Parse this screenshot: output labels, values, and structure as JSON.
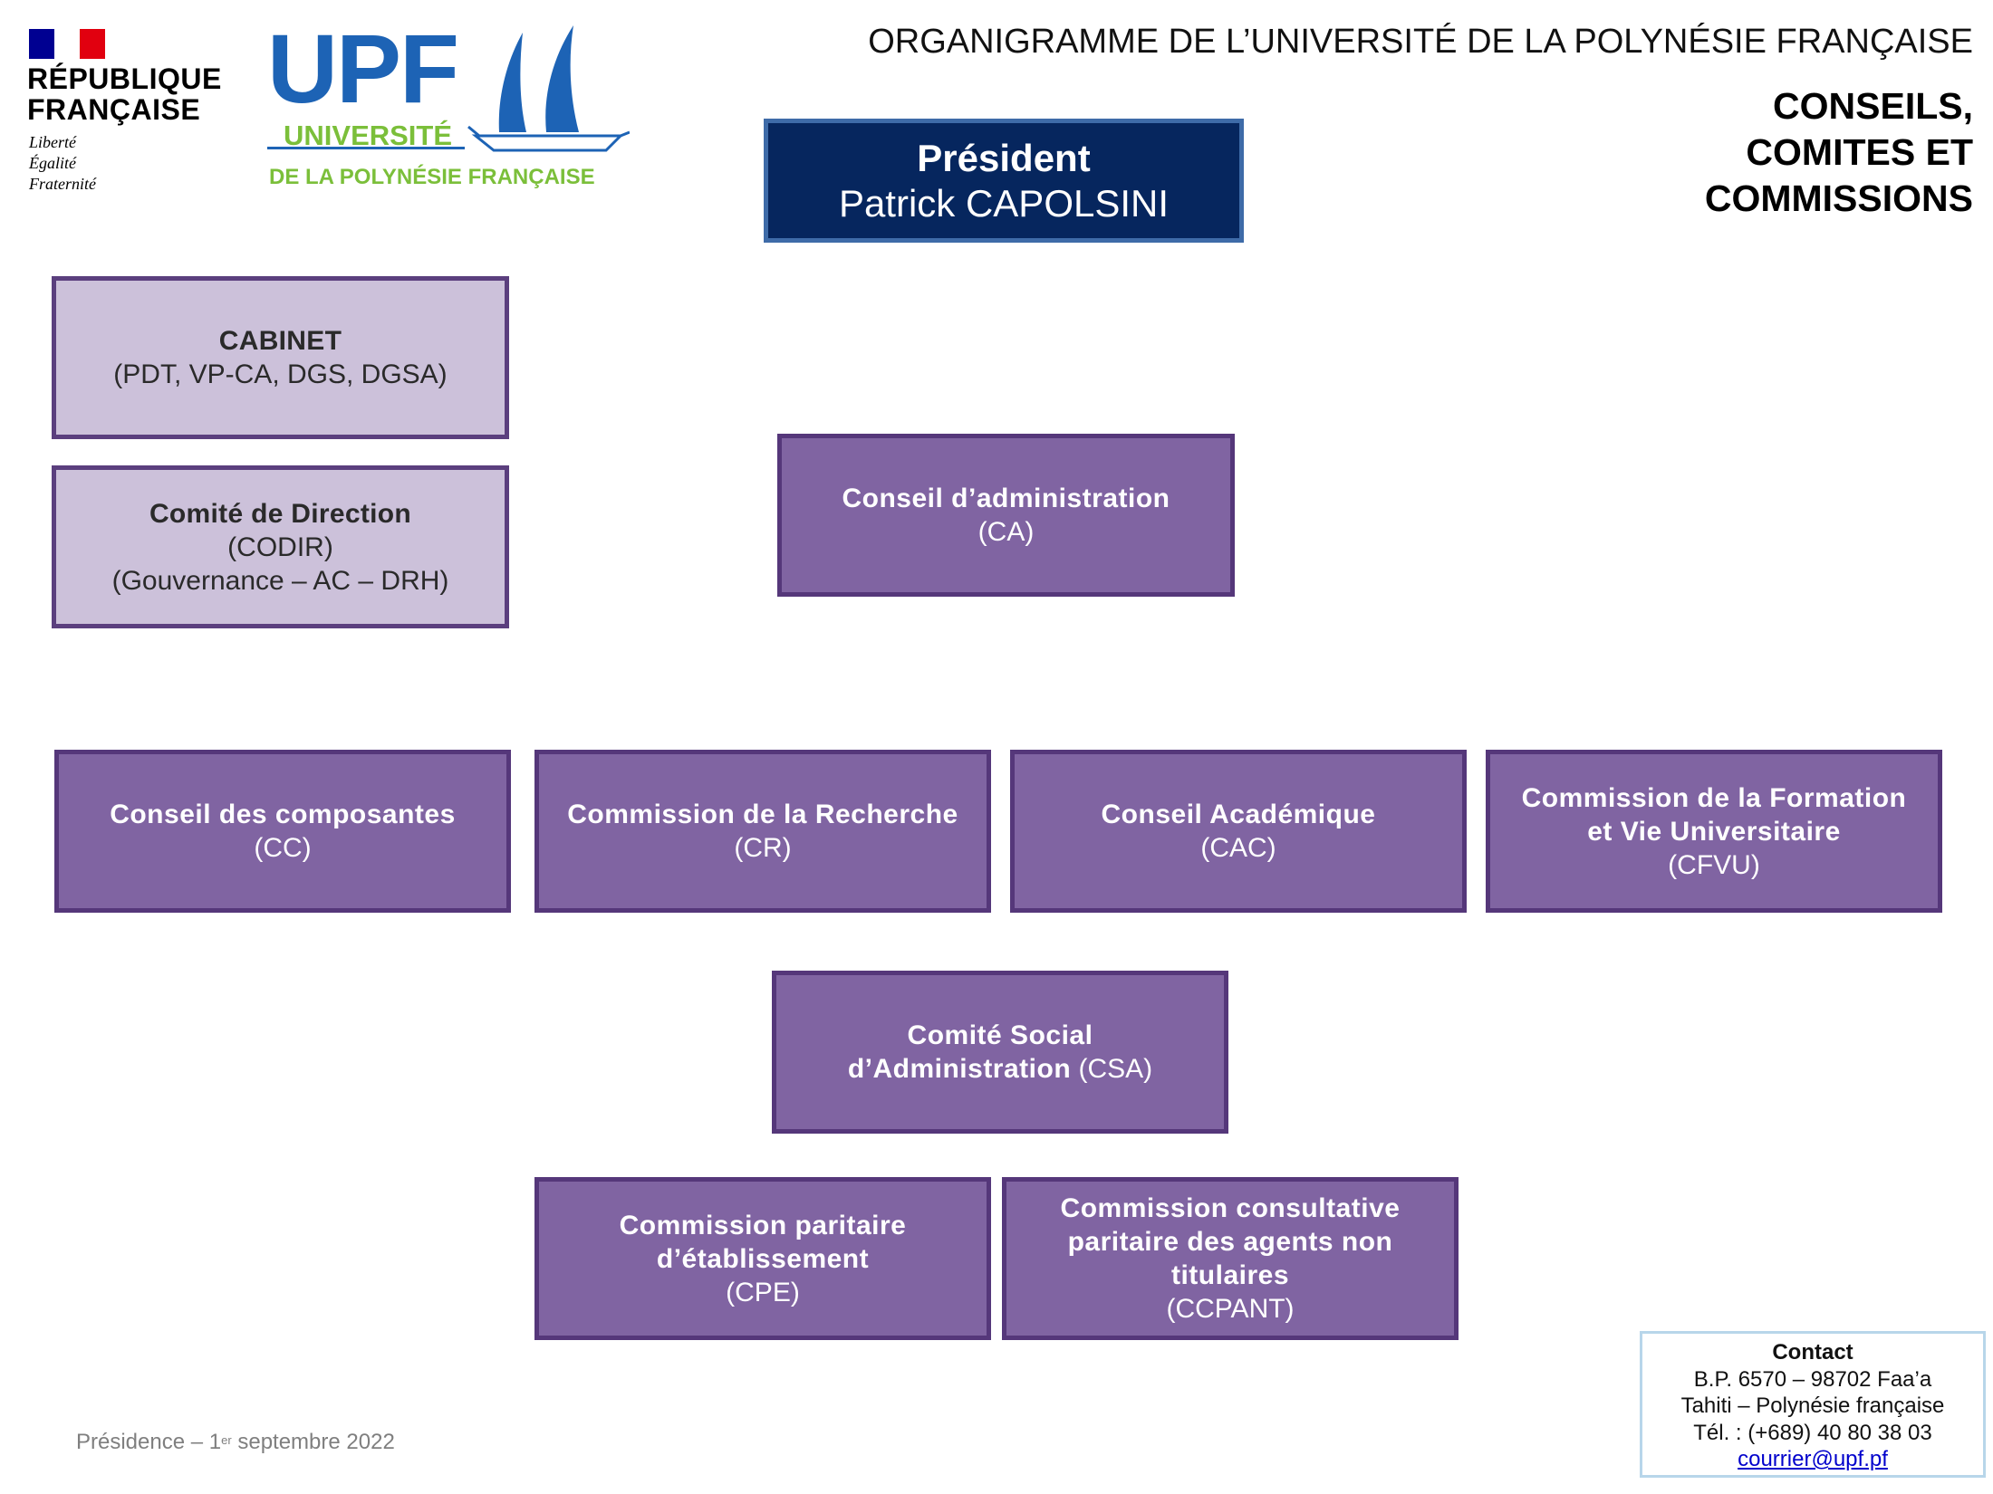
{
  "logos": {
    "republique": {
      "name_lines": [
        "RÉPUBLIQUE",
        "FRANÇAISE"
      ],
      "motto_lines": [
        "Liberté",
        "Égalité",
        "Fraternité"
      ],
      "flag_colors": [
        "#000091",
        "#ffffff",
        "#e1000f"
      ]
    },
    "upf": {
      "mark": "UPF",
      "line1": "UNIVERSITÉ",
      "line2": "DE LA POLYNÉSIE FRANÇAISE",
      "colors": {
        "blue": "#1d63b5",
        "green": "#7bbf3a"
      }
    }
  },
  "header": {
    "title": "ORGANIGRAMME DE L’UNIVERSITÉ DE LA POLYNÉSIE FRANÇAISE",
    "section_lines": [
      "CONSEILS,",
      "COMITES ET",
      "COMMISSIONS"
    ]
  },
  "president": {
    "title": "Président",
    "name": "Patrick CAPOLSINI"
  },
  "boxes": {
    "cabinet": {
      "title": "CABINET",
      "sub": "(PDT, VP-CA, DGS, DGSA)"
    },
    "codir": {
      "title": "Comité de Direction",
      "sub1": "(CODIR)",
      "sub2": "(Gouvernance – AC – DRH)"
    },
    "ca": {
      "title": "Conseil d’administration",
      "sub": "(CA)"
    },
    "cc": {
      "title": "Conseil des composantes",
      "sub": "(CC)"
    },
    "cr": {
      "title": "Commission de la Recherche",
      "sub": "(CR)"
    },
    "cac": {
      "title": "Conseil Académique",
      "sub": "(CAC)"
    },
    "cfvu": {
      "title1": "Commission de la Formation",
      "title2": "et Vie Universitaire",
      "sub": "(CFVU)"
    },
    "csa": {
      "title1": "Comité Social",
      "title2": "d’Administration",
      "sub": "(CSA)"
    },
    "cpe": {
      "title1": "Commission paritaire",
      "title2": "d’établissement",
      "sub": "(CPE)"
    },
    "ccpant": {
      "title1": "Commission consultative",
      "title2": "paritaire des agents non",
      "title3": "titulaires",
      "sub": "(CCPANT)"
    }
  },
  "footer": {
    "prefix": "Présidence – 1",
    "sup": "er",
    "suffix": " septembre 2022"
  },
  "contact": {
    "heading": "Contact",
    "lines": [
      "B.P. 6570 – 98702 Faa’a",
      "Tahiti – Polynésie française",
      "Tél. : (+689) 40 80 38 03"
    ],
    "email": "courrier@upf.pf"
  },
  "colors": {
    "president_fill": "#06265e",
    "light_box_fill": "#ccc1da",
    "dark_box_fill": "#8064a2",
    "box_border": "#55377a"
  }
}
